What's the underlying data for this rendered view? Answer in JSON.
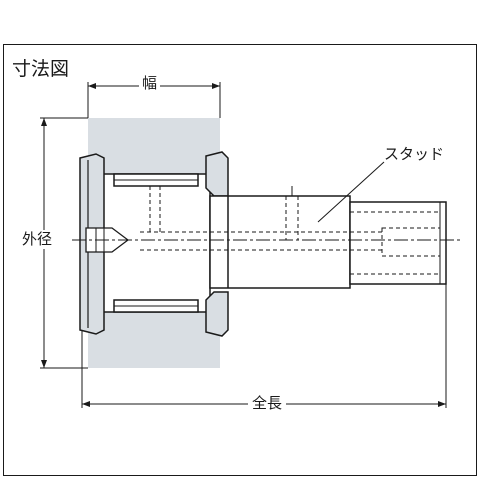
{
  "diagram": {
    "title": "寸法図",
    "labels": {
      "width": "幅",
      "outer_diameter": "外径",
      "stud": "スタッド",
      "overall_length": "全長"
    },
    "colors": {
      "outline": "#1a1a1a",
      "outer_ring_fill": "#d9dee3",
      "background": "#ffffff"
    }
  }
}
